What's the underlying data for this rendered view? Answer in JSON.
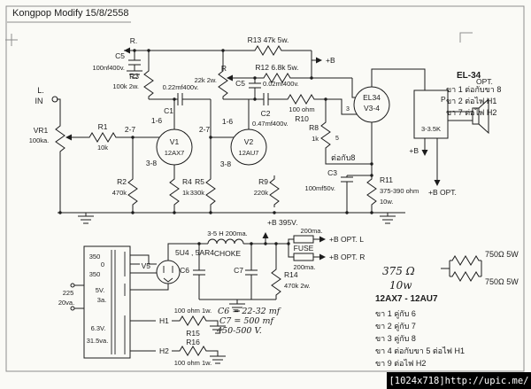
{
  "page": {
    "header": "Kongpop Modify 15/8/2558",
    "watermark": "[1024x718]http://upic.me/"
  },
  "colors": {
    "ink": "#1c1c1c",
    "paper": "#fafaf6",
    "watermark_bg": "#000000"
  },
  "amp": {
    "in_l": "L.",
    "in_label": "IN",
    "vr1": "VR1",
    "vr1_val": "100ka.",
    "r1": "R1",
    "r1_val": "10k",
    "pins_27a": "2-7",
    "pins_16a": "1-6",
    "pins_38a": "3-8",
    "c5a": "C5",
    "c5a_val": "100nf400v.",
    "r3": "R3",
    "r3_val": "100k 2w.",
    "r_left": "R.",
    "r13": "R13  47k 5w.",
    "b_top": "+B",
    "r_mid": "R",
    "r12": "R12  6.8k 5w.",
    "r22k": "22k 2w.",
    "c1": "C1",
    "c1_val": "0.22mf400v.",
    "v1": "V1",
    "v1_type": "12AX7",
    "r2": "R2",
    "r2_val": "470k",
    "r4": "R4",
    "r4_val": "1k",
    "pins_27b": "2-7",
    "pins_16b": "1-6",
    "pins_38b": "3-8",
    "v2": "V2",
    "v2_type": "12AU7",
    "r5": "R5",
    "r5_val": "330k",
    "r9": "R9",
    "r9_val": "220k",
    "c2": "C2",
    "c2_val": "0.47mf400v.",
    "c5b": "C5",
    "c5b_val": "0.02mf400v.",
    "r10": "R10",
    "r10_val": "100 ohm",
    "r8": "R8",
    "r8_val": "1k",
    "pin3": "3",
    "pin5": "5",
    "to_pin8": "ต่อกับ8",
    "el34": "EL34",
    "v34": "V3-4",
    "c3": "C3",
    "c3_val": "100mf50v.",
    "r11": "R11",
    "r11_val": "375-390 ohm",
    "r11_w": "10w.",
    "opt": "OPT.",
    "p": "P",
    "opt_val": "3-3.5K",
    "b_opt_in": "+B",
    "b_opt": "+B OPT."
  },
  "el34_note": {
    "title": "EL-34",
    "l1": "ขา 1 ต่อกับขา 8",
    "l2": "ขา 2 ต่อไฟ H1",
    "l3": "ขา 7 ต่อไฟ H2"
  },
  "psu": {
    "t350a": "350",
    "t0": "0",
    "t350b": "350",
    "primary": "225",
    "primary_va": "20va.",
    "t5v": "5V.",
    "t3a": "3a.",
    "t63v": "6.3V.",
    "t_va": "31.5va.",
    "v5": "V5",
    "v5_types": "5U4 , 5AR4",
    "choke_val": "3-5 H  200ma.",
    "choke": "CHOKE",
    "b395": "+B 395V.",
    "fuse": "FUSE",
    "ma1": "200ma.",
    "ma2": "200ma.",
    "out_l": "+B OPT. L",
    "out_r": "+B OPT. R",
    "c6": "C6",
    "c7": "C7",
    "r14": "R14",
    "r14_val": "470k 2w.",
    "note1": "C6 = 22-32 mf",
    "note2": "C7 = 500 mf",
    "note3": "450-500 V.",
    "h1": "H1",
    "h2": "H2",
    "r15": "R15",
    "r15_val": "100 ohm 1w.",
    "r16": "R16",
    "r16_val": "100 ohm 1w."
  },
  "bias": {
    "r375": "375 Ω",
    "r375_w": "10w",
    "r750a": "750Ω 5W",
    "r750b": "750Ω 5W"
  },
  "tube_note": {
    "title": "12AX7 - 12AU7",
    "l1": "ขา 1 คู่กับ 6",
    "l2": "ขา 2 คู่กับ 7",
    "l3": "ขา 3 คู่กับ 8",
    "l4": "ขา 4 ต่อกับขา 5 ต่อไฟ H1",
    "l5": "ขา 9 ต่อไฟ H2"
  }
}
